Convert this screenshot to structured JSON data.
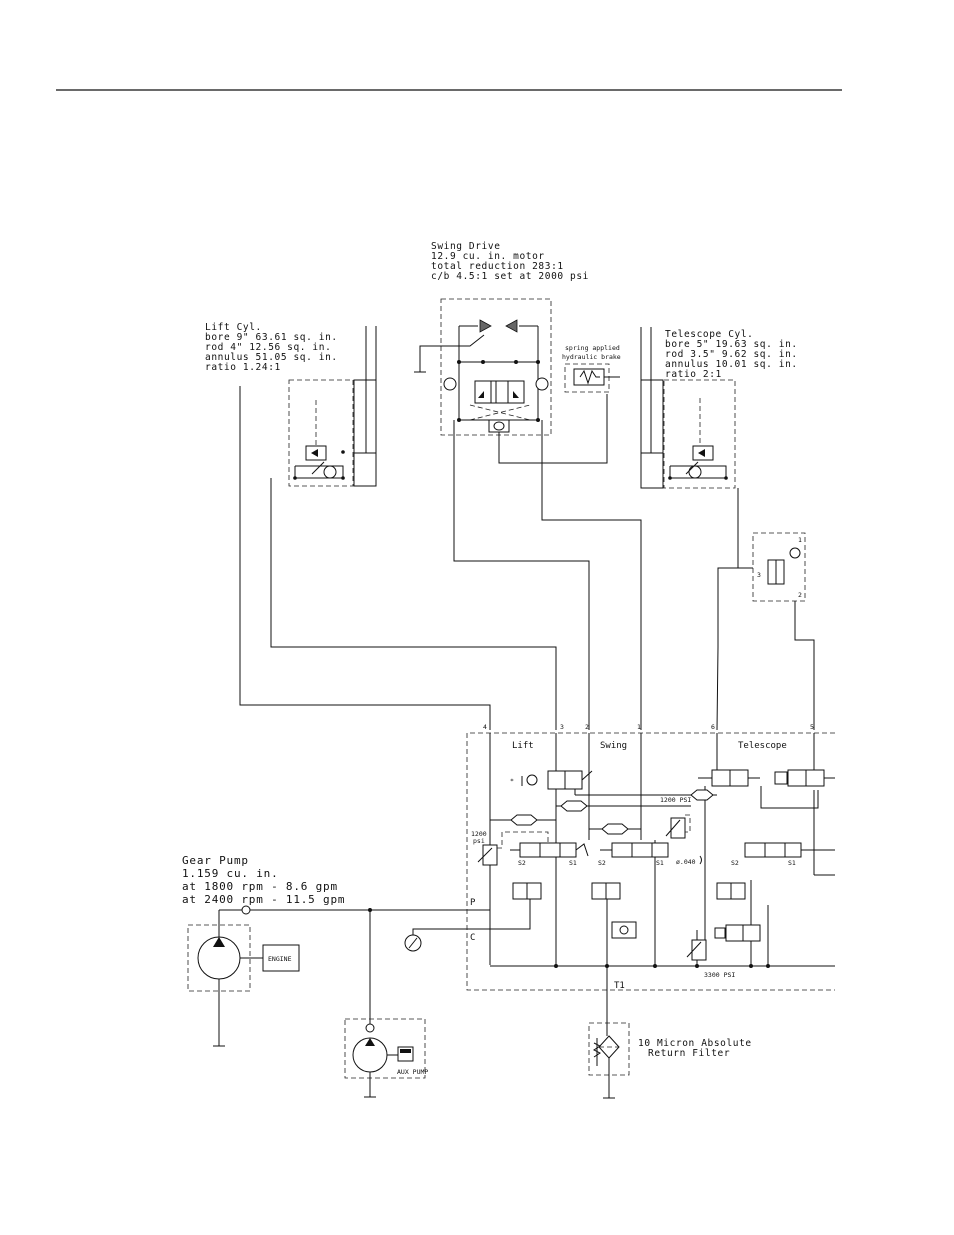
{
  "swing_drive": {
    "title": "Swing Drive",
    "line1": "12.9 cu. in. motor",
    "line2": "total reduction  283:1",
    "line3": "c/b 4.5:1 set at 2000 psi"
  },
  "brake": {
    "line1": "spring applied",
    "line2": "hydraulic brake"
  },
  "lift_cyl": {
    "title": "Lift Cyl.",
    "bore": "bore  9\"  63.61 sq. in.",
    "rod": "rod   4\"  12.56 sq. in.",
    "annulus": "annulus  51.05 sq. in.",
    "ratio": "ratio  1.24:1"
  },
  "telescope_cyl": {
    "title": "Telescope Cyl.",
    "bore": "bore  5\"  19.63 sq. in.",
    "rod": "rod  3.5\"  9.62 sq. in.",
    "annulus": "annulus  10.01 sq. in.",
    "ratio": "ratio 2:1"
  },
  "gear_pump": {
    "title": "Gear Pump",
    "line1": "1.159 cu. in.",
    "line2": "at 1800 rpm - 8.6 gpm",
    "line3": "at 2400 rpm - 11.5 gpm"
  },
  "engine_label": "ENGINE",
  "aux_pump_label": "AUX PUMP",
  "filter": {
    "line1": "10 Micron Absolute",
    "line2": "Return Filter"
  },
  "valve_bank": {
    "section_lift": "Lift",
    "section_swing": "Swing",
    "section_telescope": "Telescope",
    "port_numbers": [
      "4",
      "3",
      "2",
      "1",
      "6",
      "5"
    ],
    "relief_1200_left_a": "1200",
    "relief_1200_left_b": "psi",
    "relief_1200_right": "1200 PSI",
    "relief_3300": "3300 PSI",
    "orifice": "ø.040",
    "s1": "S1",
    "s2": "S2",
    "port_p": "P",
    "port_c": "C",
    "port_t1": "T1"
  },
  "check_block_ports": [
    "1",
    "2",
    "3"
  ]
}
